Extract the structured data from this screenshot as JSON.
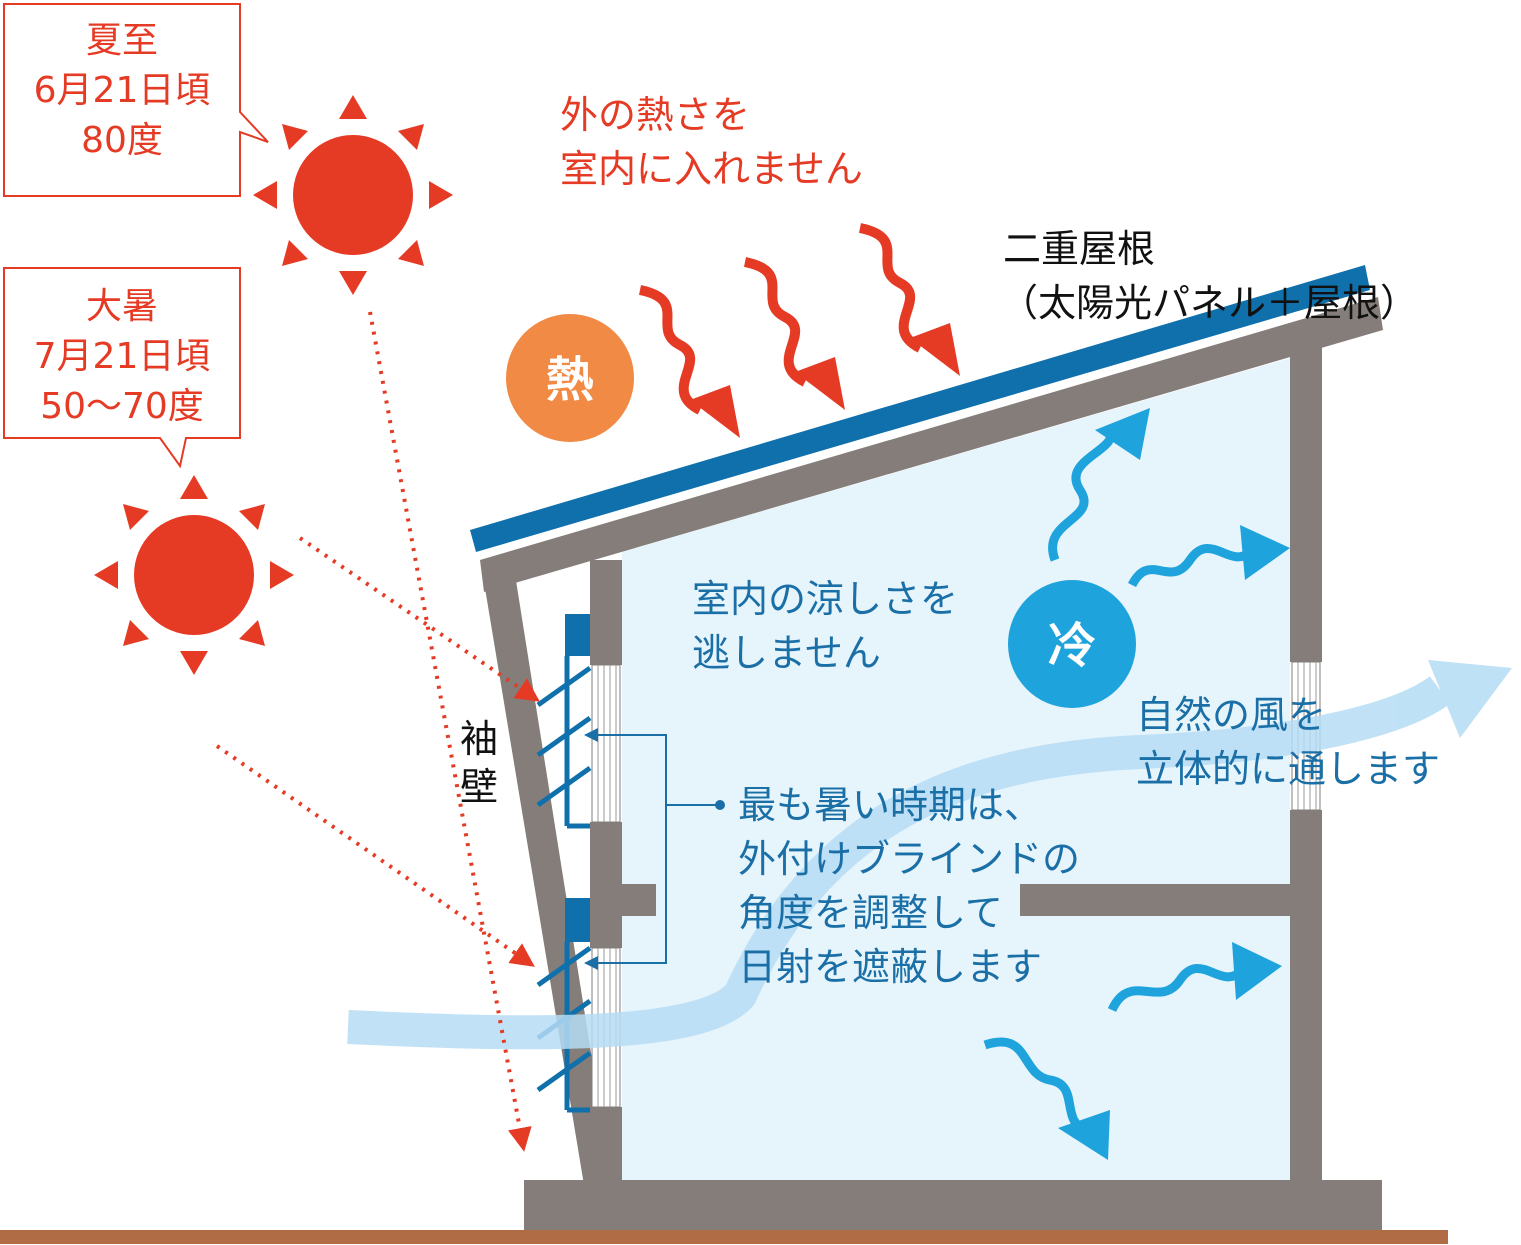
{
  "callouts": {
    "summer": {
      "line1": "夏至",
      "line2": "6月21日頃",
      "line3": "80度"
    },
    "taisho": {
      "line1": "大暑",
      "line2": "7月21日頃",
      "line3": "50〜70度"
    }
  },
  "labels": {
    "outside_heat": {
      "line1": "外の熱さを",
      "line2": "室内に入れません"
    },
    "double_roof": {
      "line1": "二重屋根",
      "line2": "（太陽光パネル＋屋根）"
    },
    "heat_badge": "熱",
    "cold_badge": "冷",
    "indoor_cool": {
      "line1": "室内の涼しさを",
      "line2": "逃しません"
    },
    "wind": {
      "line1": "自然の風を",
      "line2": "立体的に通します"
    },
    "blinds": {
      "line1": "最も暑い時期は、",
      "line2": "外付けブラインドの",
      "line3": "角度を調整して",
      "line4": "日射を遮蔽します"
    },
    "side_wall": {
      "char1": "袖",
      "char2": "壁"
    }
  },
  "colors": {
    "sun_red": "#e53a24",
    "heat_orange": "#f08a45",
    "cool_blue": "#1fa3dc",
    "panel_blue": "#0f70ab",
    "text_blue": "#1a6fa6",
    "wall_gray": "#847d79",
    "interior_light_blue": "#e6f4fc",
    "wind_blue": "#b5dcf4",
    "ground_brown": "#b06d45"
  }
}
